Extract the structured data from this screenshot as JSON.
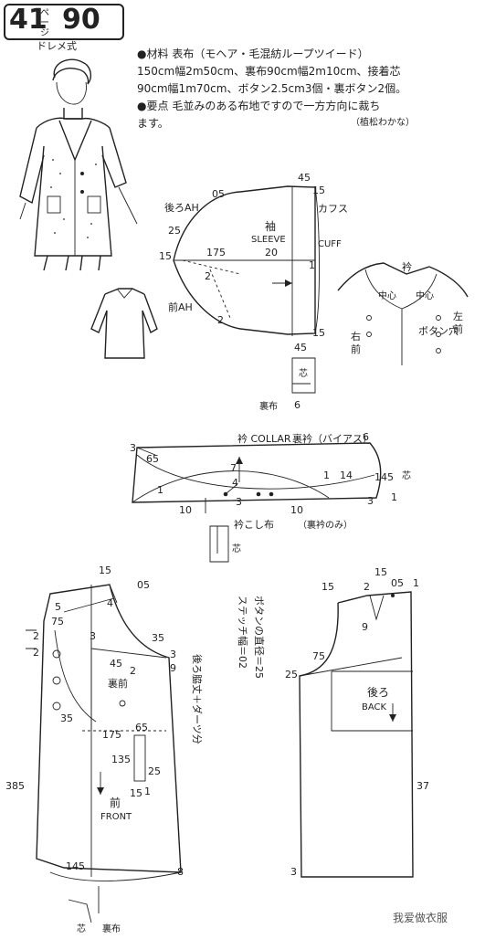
{
  "header": {
    "page_number": "41",
    "page_label": "ページ",
    "model_number": "90",
    "style_label": "ドレメ式"
  },
  "notes": {
    "material_title": "●材料",
    "material_text_1": "表布（モヘア・毛混紡ループツイード）",
    "material_text_2": "150cm幅2m50cm、裏布90cm幅2m10cm、接着芯",
    "material_text_3": "90cm幅1m70cm、ボタン2.5cm3個・裏ボタン2個。",
    "points_title": "●要点",
    "points_text_1": "毛並みのある布地ですので一方方向に裁ち",
    "points_text_2": "ます。",
    "author": "（植松わかな）"
  },
  "sleeve": {
    "title_jp": "袖",
    "title_en": "SLEEVE",
    "cuff_jp": "カフス",
    "cuff_en": "CUFF",
    "back_ah": "後ろAH",
    "front_ah": "前AH",
    "label_05": "05",
    "label_25": "25",
    "label_15a": "15",
    "label_175": "175",
    "label_20": "20",
    "label_2a": "2",
    "label_2b": "2",
    "label_1": "1",
    "label_45a": "45",
    "label_45b": "45",
    "label_15b": "15",
    "label_15c": "15",
    "shin": "芯",
    "urafu": "裏布",
    "label_6": "6"
  },
  "detail": {
    "eri": "衿",
    "chuushin_l": "中心",
    "chuushin_r": "中心",
    "migi": "右",
    "mae_r": "前",
    "hidari": "左",
    "mae_l": "前",
    "botan_ana": "ボタン穴"
  },
  "collar": {
    "title": "衿 COLLAR",
    "under_label": "裏衿（バイアス）",
    "label_3a": "3",
    "label_6": "6",
    "label_65": "65",
    "label_7": "7",
    "label_1a": "1",
    "label_4": "4",
    "label_1b": "1",
    "label_14": "14",
    "label_145": "145",
    "label_10a": "10",
    "label_3b": "3",
    "label_10b": "10",
    "label_3c": "3",
    "label_1c": "1",
    "shin": "芯",
    "erikoshi": "衿こし布",
    "uraeri_only": "（裏衿のみ）",
    "shin2": "芯"
  },
  "front": {
    "title_jp": "前",
    "title_en": "FRONT",
    "ura_mae": "裏前",
    "label_15": "15",
    "label_05": "05",
    "label_5": "5",
    "label_4": "4",
    "label_75": "75",
    "label_2a": "2",
    "label_2b": "2",
    "label_3": "3",
    "label_35": "35",
    "label_45": "45",
    "label_2c": "2",
    "label_35b": "35",
    "label_175": "175",
    "label_65": "65",
    "label_135": "135",
    "label_25": "25",
    "label_15b": "15",
    "label_1": "1",
    "label_385": "385",
    "label_145": "145",
    "label_8": "8",
    "label_3b": "3",
    "label_9": "9",
    "side_note": "後ろ脇丈＋ダーツ分",
    "shin": "芯",
    "urafu": "裏布"
  },
  "back": {
    "title_jp": "後ろ",
    "title_en": "BACK",
    "label_15a": "15",
    "label_2": "2",
    "label_15b": "15",
    "label_05": "05",
    "label_1": "1",
    "label_9": "9",
    "label_75": "75",
    "label_25": "25",
    "label_37": "37",
    "button_note_1": "ボタンの直径＝25",
    "button_note_2": "ステッチ幅＝02",
    "label_3": "3"
  },
  "watermark": "我爱做衣服"
}
